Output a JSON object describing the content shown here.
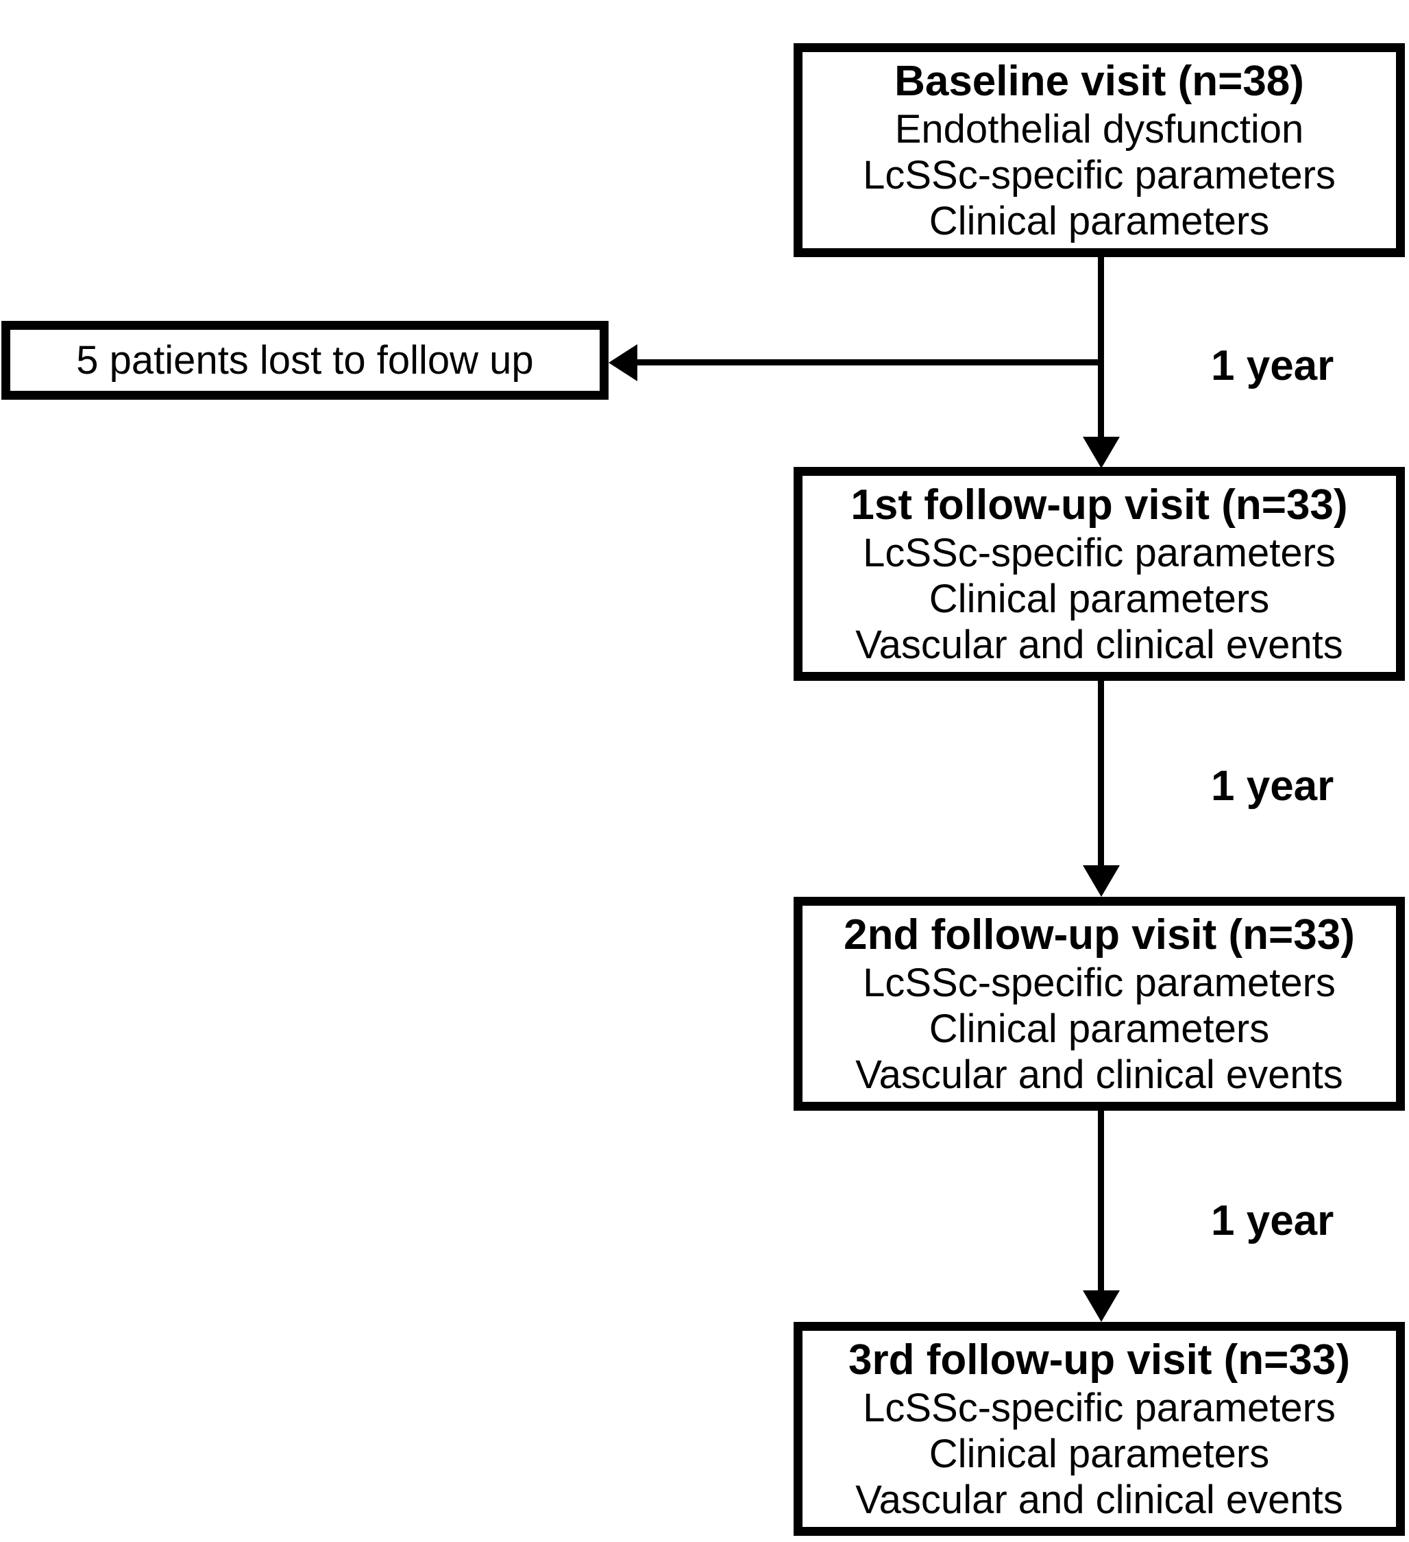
{
  "diagram": {
    "boxes": [
      {
        "id": "baseline-visit",
        "title": "Baseline visit (n=38)",
        "lines": [
          "Endothelial dysfunction",
          "LcSSc-specific parameters",
          "Clinical parameters"
        ]
      },
      {
        "id": "first-followup-visit",
        "title": "1st follow-up visit (n=33)",
        "lines": [
          "LcSSc-specific parameters",
          "Clinical parameters",
          "Vascular and clinical events"
        ]
      },
      {
        "id": "second-followup-visit",
        "title": "2nd follow-up visit (n=33)",
        "lines": [
          "LcSSc-specific parameters",
          "Clinical parameters",
          "Vascular and clinical events"
        ]
      },
      {
        "id": "third-followup-visit",
        "title": "3rd follow-up visit (n=33)",
        "lines": [
          "LcSSc-specific parameters",
          "Clinical parameters",
          "Vascular and clinical events"
        ]
      }
    ],
    "side_box": {
      "label": "5 patients lost to follow up"
    },
    "interval_labels": [
      "1 year",
      "1 year",
      "1 year"
    ],
    "colors": {
      "line": "#000000",
      "background": "#ffffff",
      "text": "#000000"
    }
  }
}
